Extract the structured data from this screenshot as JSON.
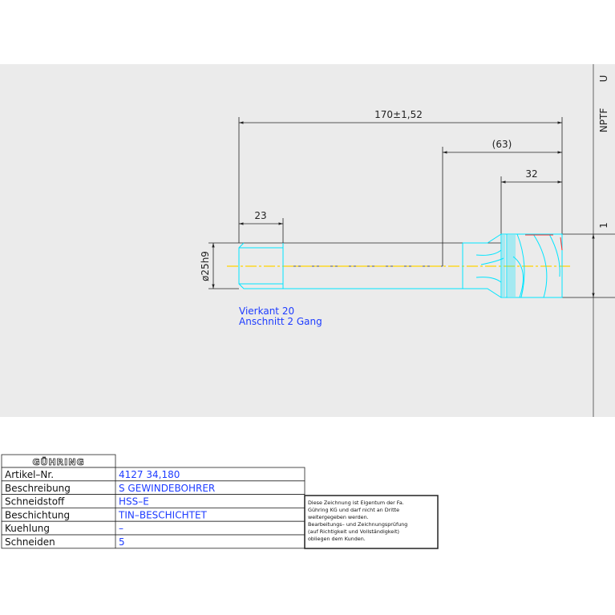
{
  "drawing": {
    "dimensions": {
      "overall_length": "170±1,52",
      "thread_length": "(63)",
      "flute_length": "32",
      "square_length": "23",
      "shank_diameter": "ø25h9"
    },
    "notes": {
      "square": "Vierkant 20",
      "chamfer": "Anschnitt 2 Gang"
    },
    "side_labels": {
      "thread_type": "NPTF",
      "unit": "U",
      "index": "1"
    }
  },
  "title_block": {
    "logo": "GÜHRING",
    "rows": [
      {
        "label": "Artikel–Nr.",
        "value": "4127  34,180"
      },
      {
        "label": "Beschreibung",
        "value": "S GEWINDEBOHRER"
      },
      {
        "label": "Schneidstoff",
        "value": "HSS–E"
      },
      {
        "label": "Beschichtung",
        "value": "TIN–BESCHICHTET"
      },
      {
        "label": "Kuehlung",
        "value": "–"
      },
      {
        "label": "Schneiden",
        "value": "5"
      }
    ],
    "disclaimer": [
      "Diese Zeichnung ist Eigentum der Fa.",
      "Gühring KG und darf nicht an Dritte",
      "weitergegeben werden.",
      "Bearbeitungs– und Zeichnungsprüfung",
      "(auf Richtigkeit und Vollständigkeit)",
      "obliegen dem Kunden."
    ]
  },
  "colors": {
    "outline": "#00e5ff",
    "dimension": "#222222",
    "centerline": "#ffd400",
    "accent_red": "#ff2a2a",
    "text_blue": "#1e3cff"
  }
}
